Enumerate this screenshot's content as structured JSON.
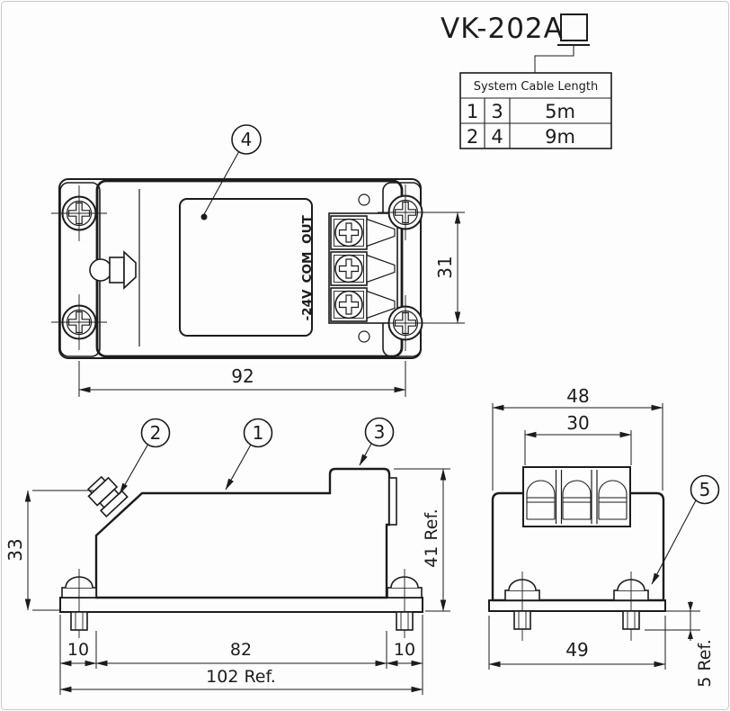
{
  "colors": {
    "line": "#1c1c1c",
    "background": "#fdfdfd",
    "frame": "#c9c9c9"
  },
  "product": {
    "model": "VK-202A"
  },
  "selector_table": {
    "header": "System Cable Length",
    "rows": [
      [
        "1",
        "3",
        "5m"
      ],
      [
        "2",
        "4",
        "9m"
      ]
    ]
  },
  "balloons": [
    "1",
    "2",
    "3",
    "4",
    "5"
  ],
  "top_view": {
    "terminal_labels": [
      "OUT",
      "COM",
      "-24V"
    ],
    "dims": {
      "mount_width": "92",
      "mount_pitch": "31"
    }
  },
  "side_view": {
    "dims": {
      "front_height": "33",
      "overall_height": "41 Ref.",
      "left_offset": "10",
      "body_length": "82",
      "right_offset": "10",
      "overall_length": "102 Ref."
    }
  },
  "end_view": {
    "dims": {
      "top_width": "48",
      "terminal_width": "30",
      "base_width": "49",
      "stud_height": "5 Ref."
    }
  }
}
